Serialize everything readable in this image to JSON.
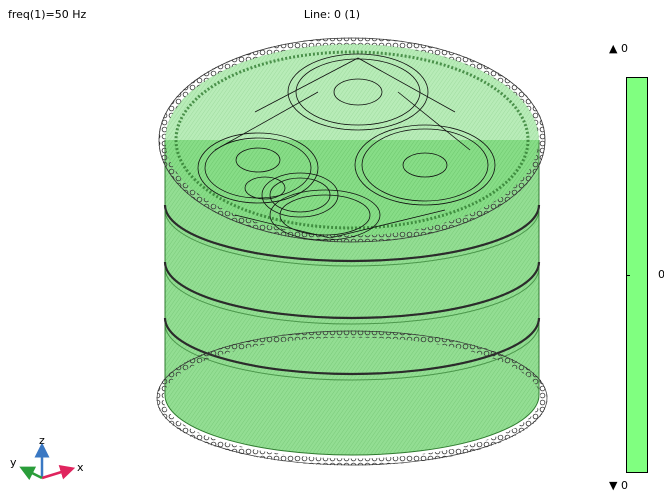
{
  "header": {
    "eval_label": "freq(1)=50 Hz",
    "title": "Line: 0 (1)"
  },
  "colorbar": {
    "max_label": "0",
    "mid_label": "0",
    "min_label": "0",
    "up_arrow": "▲",
    "down_arrow": "▼",
    "color": "#80ff80"
  },
  "axes": {
    "x": "x",
    "y": "y",
    "z": "z"
  },
  "colors": {
    "cable_fill": "#5fbf5f",
    "cable_edge": "#2f7a2f",
    "wire": "#111111"
  }
}
